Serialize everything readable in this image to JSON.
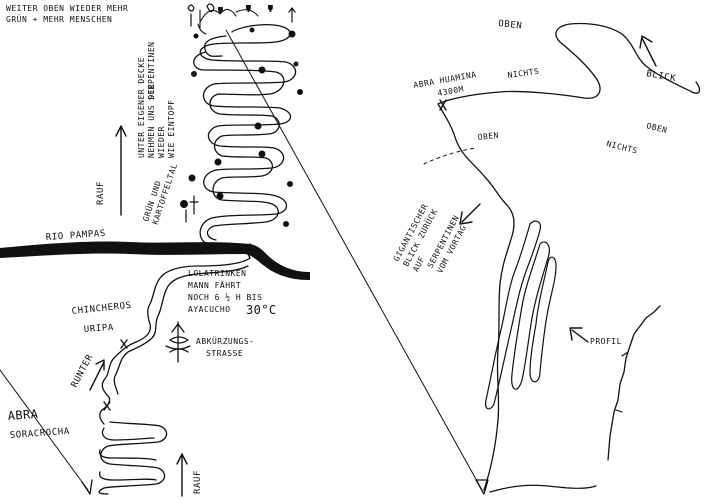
{
  "sketch": {
    "left_panel": {
      "header_line1": "WEITER OBEN WIEDER MEHR",
      "header_line2": "GRÜN + MEHR MENSCHEN",
      "vertical_note_lines": [
        "UNTER EIGENER DECKE",
        "NEHMEN UNS DIE",
        "SERPENTINEN",
        "WIEDER",
        "WIE EINTOPF"
      ],
      "rauf_label_top": "RAUF",
      "rauf_label_bottom": "RAUF",
      "gruen_note_lines": [
        "GRÜN UND",
        "KARTOFFELTAL"
      ],
      "river_label": "RIO PAMPAS",
      "truck_note_lines": [
        "LOLATRINKEN",
        "MANN FÄHRT",
        "NOCH 6 ½ H BIS",
        "AYACUCHO"
      ],
      "temperature": "30°C",
      "place_1": "CHINCHEROS",
      "place_2": "URIPA",
      "shortcut_note_lines": [
        "ABKÜRZUNGS-",
        "STRASSE"
      ],
      "runter_label": "RUNTER",
      "pass_line1": "ABRA",
      "pass_line2": "SORACROCHA"
    },
    "right_panel": {
      "oben_top": "OBEN",
      "pass_name": "ABRA HUAMINA",
      "pass_altitude": "4300M",
      "nichts_1": "NICHTS",
      "blick": "BLICK",
      "oben_mid": "OBEN",
      "oben_right": "OBEN",
      "nichts_2": "NICHTS",
      "return_note_lines": [
        "GIGANTISCHER",
        "BLICK ZURÜCK",
        "AUF",
        "SERPENTINEN",
        "VOM VORTAG"
      ],
      "profil": "PROFIL"
    },
    "ink_color": "#111111",
    "paper_color": "#ffffff"
  }
}
